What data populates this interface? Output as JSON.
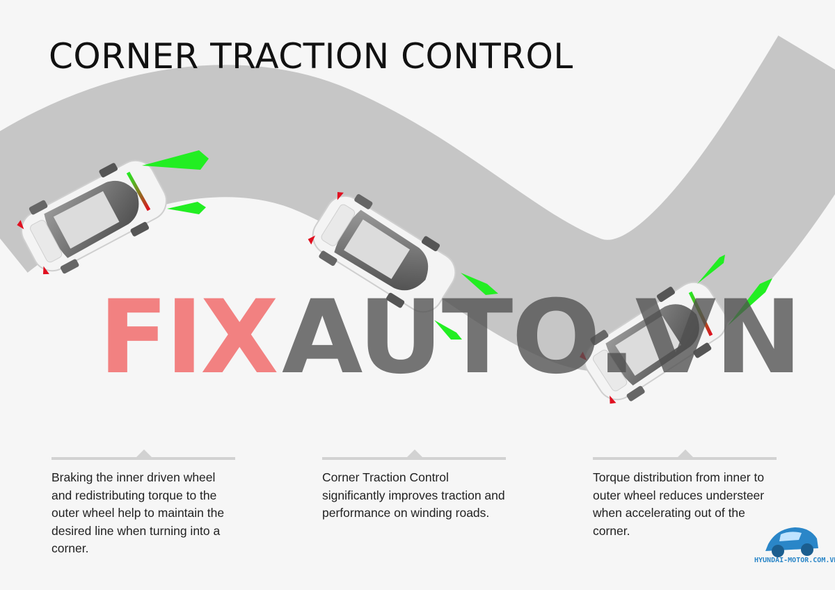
{
  "title": "CORNER TRACTION CONTROL",
  "captions": [
    {
      "text": "Braking the inner driven wheel and redistributing torque to the outer wheel help to maintain the desired line when turning into a corner."
    },
    {
      "text": "Corner Traction Control significantly improves traction and performance on winding roads."
    },
    {
      "text": "Torque distribution from inner to outer wheel reduces understeer when accelerating out of the corner."
    }
  ],
  "watermark": {
    "part1": "FIX",
    "part2": "AUTO.VN"
  },
  "logo": {
    "text": "HYUNDAI-MOTOR.COM.VN"
  },
  "colors": {
    "road": "#c6c6c6",
    "arrow_green": "#22ee22",
    "brake_red": "#e01020",
    "car_body": "#f4f4f4",
    "accent_blue": "#2a86c8"
  },
  "icons": [
    "car-icon",
    "torque-arrow-icon",
    "brake-light-icon",
    "logo-car-icon"
  ]
}
